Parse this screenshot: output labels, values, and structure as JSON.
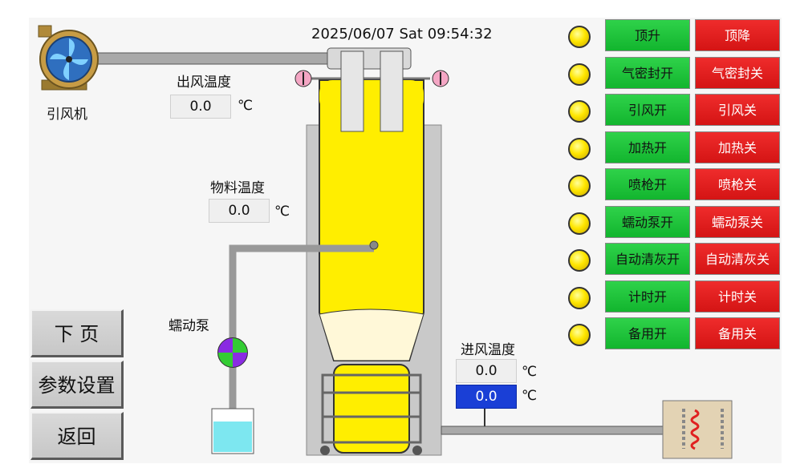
{
  "datetime": "2025/06/07 Sat 09:54:32",
  "fan": {
    "label": "引风机"
  },
  "outlet_temp": {
    "label": "出风温度",
    "value": "0.0",
    "unit": "℃"
  },
  "material_temp": {
    "label": "物料温度",
    "value": "0.0",
    "unit": "℃"
  },
  "pump": {
    "label": "蠕动泵"
  },
  "inlet_temp": {
    "label": "进风温度",
    "value": "0.0",
    "setpoint": "0.0",
    "unit": "℃"
  },
  "nav": {
    "next_page": "下 页",
    "params": "参数设置",
    "back": "返回"
  },
  "controls": [
    {
      "on": "顶升",
      "off": "顶降"
    },
    {
      "on": "气密封开",
      "off": "气密封关"
    },
    {
      "on": "引风开",
      "off": "引风关"
    },
    {
      "on": "加热开",
      "off": "加热关"
    },
    {
      "on": "喷枪开",
      "off": "喷枪关"
    },
    {
      "on": "蠕动泵开",
      "off": "蠕动泵关"
    },
    {
      "on": "自动清灰开",
      "off": "自动清灰关"
    },
    {
      "on": "计时开",
      "off": "计时关"
    },
    {
      "on": "备用开",
      "off": "备用关"
    }
  ],
  "colors": {
    "on_button": "#17b832",
    "off_button": "#de1c1c",
    "led": "#ffe600",
    "vessel": "#ffee00",
    "setpoint_box": "#1a3fd6"
  }
}
